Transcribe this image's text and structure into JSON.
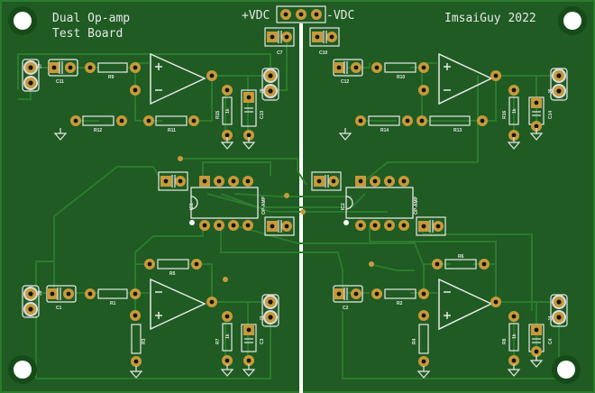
{
  "title": {
    "line1": "Dual Op-amp",
    "line2": "Test Board",
    "author": "ImsaiGuy 2022",
    "vpos": "+VDC",
    "vneg": "-VDC"
  },
  "refs": {
    "c7": "C7",
    "c10": "C10",
    "c11": "C11",
    "c12": "C12",
    "c13": "C13",
    "c14": "C14",
    "c1": "C1",
    "c2": "C2",
    "c3": "C3",
    "c4": "C4",
    "r9": "R9",
    "r10": "R10",
    "r11": "R11",
    "r12": "R12",
    "r13": "R13",
    "r14": "R14",
    "r15": "R15",
    "r16": "R16",
    "r1": "R1",
    "r2": "R2",
    "r3": "R3",
    "r4": "R4",
    "r5": "R5",
    "r6": "R6",
    "r7": "R7",
    "r8": "R8",
    "j1": "J1",
    "j2": "J2",
    "j3": "J3",
    "j4": "J4",
    "j5": "J5",
    "j6": "J6",
    "j7": "J7",
    "j8": "J8",
    "ic1": "IC1",
    "ic2": "IC2",
    "opamp": "OP-AMP",
    "val_1k": "1k"
  },
  "colors": {
    "board": "#1f5b22",
    "trace": "#2c7a2e",
    "silk": "#e8e8e8",
    "pad": "#c69a3c",
    "hole": "#111111"
  }
}
